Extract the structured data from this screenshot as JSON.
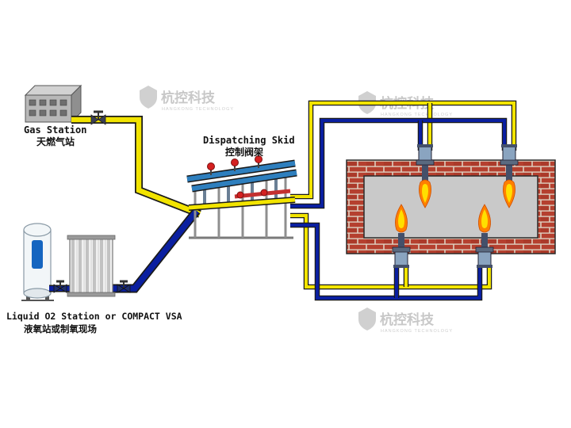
{
  "labels": {
    "gas_station_en": "Gas Station",
    "gas_station_zh": "天燃气站",
    "skid_en": "Dispatching Skid",
    "skid_zh": "控制阀架",
    "o2_station_en": "Liquid O2 Station or COMPACT VSA",
    "o2_station_zh": "液氧站或制氧现场"
  },
  "watermark": {
    "text": "杭控科技",
    "subtext": "HANGKONG TECHNOLOGY",
    "color": "#c8c8c8"
  },
  "colors": {
    "gas_pipe_yellow": "#f2e400",
    "oxygen_pipe_blue": "#0a1fa0",
    "skid_pipe_blue": "#2e7fbe",
    "valve_red": "#d42020",
    "brick_red": "#b5402f",
    "furnace_interior_gray": "#c9c9c9",
    "flame_outer_orange": "#ff7f00",
    "flame_inner_yellow": "#ffdf00"
  }
}
